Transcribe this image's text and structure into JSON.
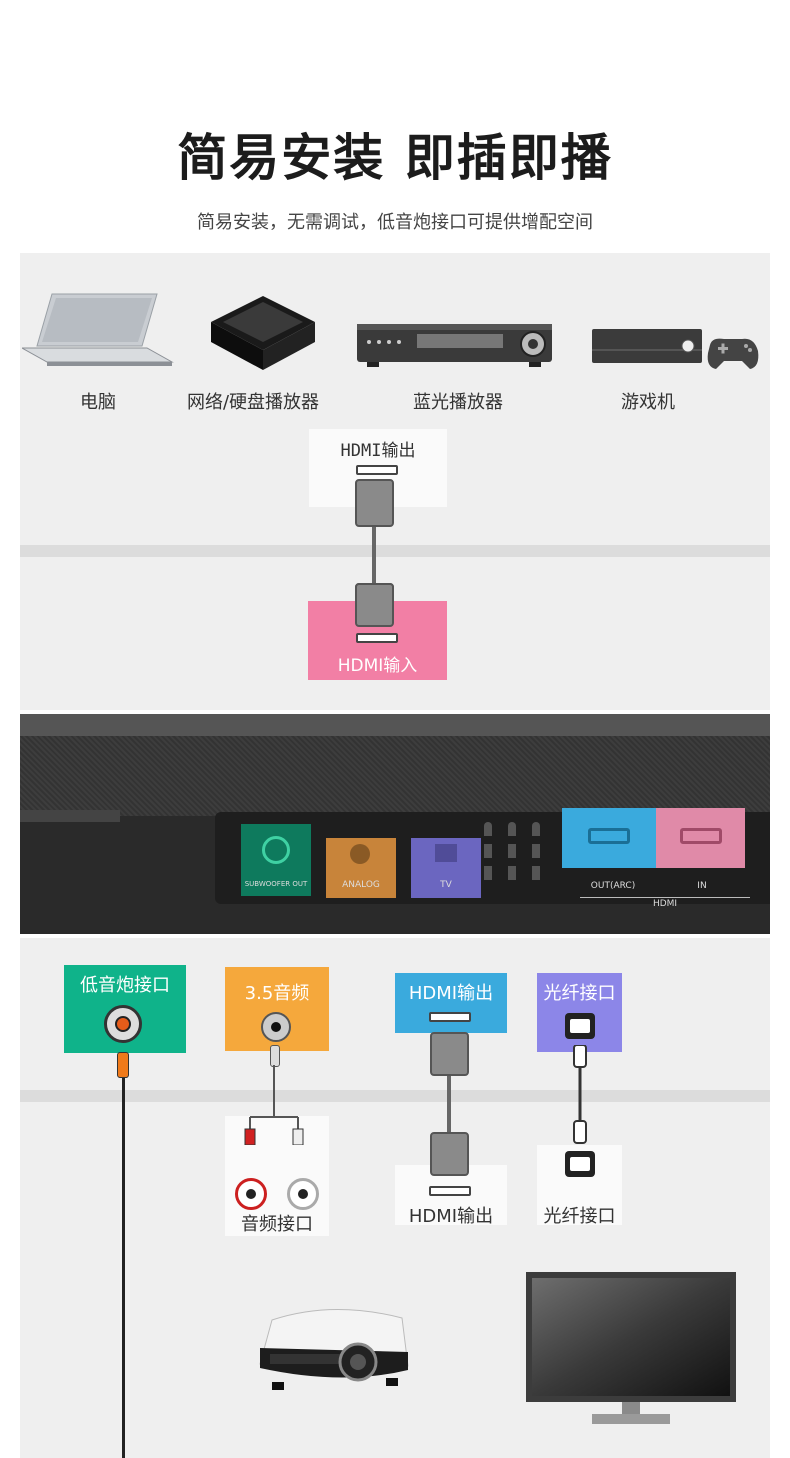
{
  "header": {
    "title": "简易安装 即插即播",
    "subtitle": "简易安装，无需调试，低音炮接口可提供增配空间"
  },
  "devices": [
    {
      "label": "电脑",
      "icon": "laptop-icon"
    },
    {
      "label": "网络/硬盘播放器",
      "icon": "media-box-icon"
    },
    {
      "label": "蓝光播放器",
      "icon": "bluray-player-icon"
    },
    {
      "label": "游戏机",
      "icon": "game-console-icon"
    }
  ],
  "top_connection": {
    "out_label": "HDMI输出",
    "in_label": "HDMI输入"
  },
  "soundbar": {
    "ports": {
      "subwoofer": "SUBWOOFER OUT",
      "analog": "ANALOG",
      "tv": "TV",
      "out_arc": "OUT(ARC)",
      "in": "IN",
      "hdmi": "HDMI"
    }
  },
  "bottom_connections": {
    "subwoofer_label": "低音炮接口",
    "audio35_label": "3.5音频",
    "hdmi_out_label": "HDMI输出",
    "optical_label": "光纤接口",
    "audio_jack_label": "音频接口",
    "hdmi_out_label_2": "HDMI输出",
    "optical_label_2": "光纤接口"
  },
  "colors": {
    "green": "#0fb38a",
    "orange": "#f5a83c",
    "blue": "#3aaadd",
    "purple": "#8c86e8",
    "pink": "#f27fa5",
    "cable_orange": "#f07a1a"
  }
}
